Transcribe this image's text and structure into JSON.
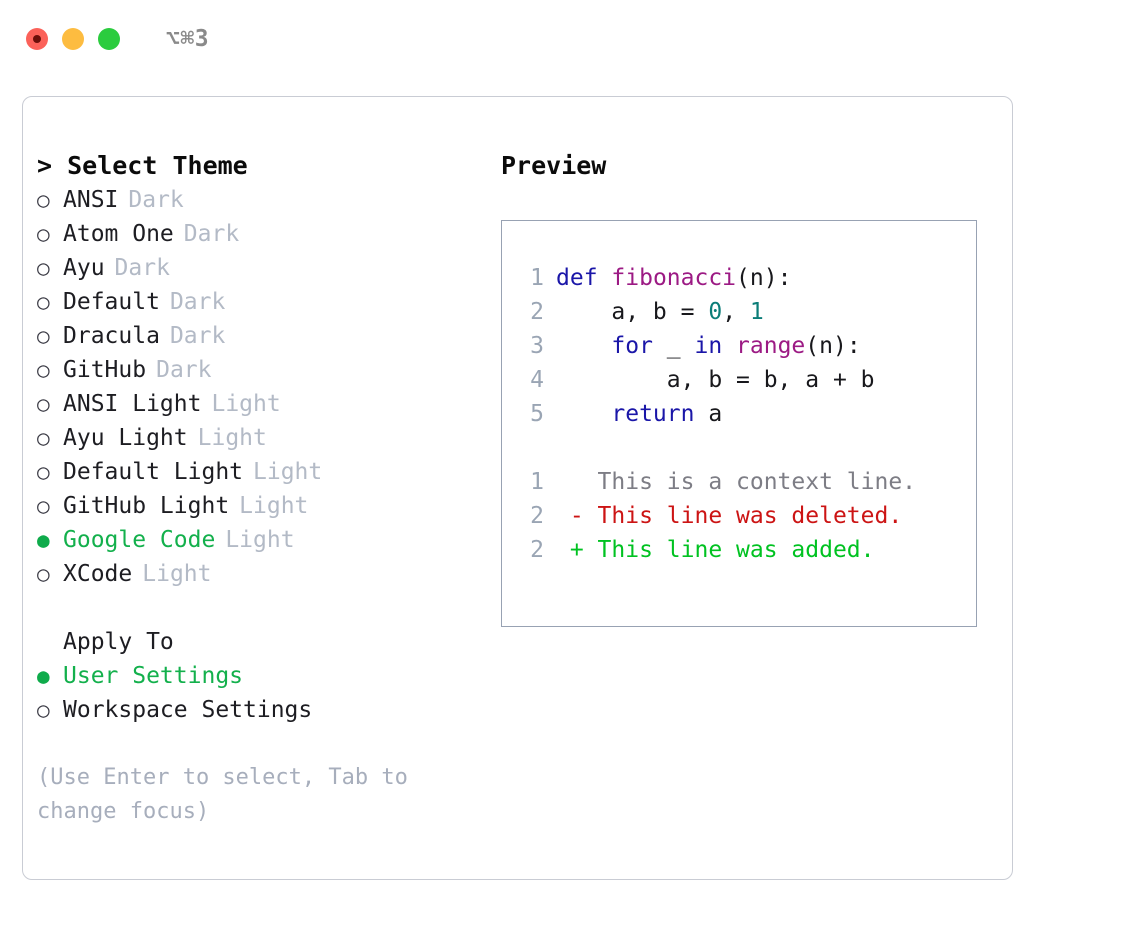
{
  "titlebar": {
    "shortcut": "⌥⌘3",
    "buttons": [
      {
        "name": "close",
        "color": "#fb6159"
      },
      {
        "name": "minimize",
        "color": "#fdbc40"
      },
      {
        "name": "zoom",
        "color": "#2bcc3e"
      }
    ]
  },
  "theme_picker": {
    "title": "> Select Theme",
    "bullet_selected": "●",
    "bullet_unselected": "○",
    "items": [
      {
        "label": "ANSI",
        "variant": "Dark",
        "selected": false
      },
      {
        "label": "Atom One",
        "variant": "Dark",
        "selected": false
      },
      {
        "label": "Ayu",
        "variant": "Dark",
        "selected": false
      },
      {
        "label": "Default",
        "variant": "Dark",
        "selected": false
      },
      {
        "label": "Dracula",
        "variant": "Dark",
        "selected": false
      },
      {
        "label": "GitHub",
        "variant": "Dark",
        "selected": false
      },
      {
        "label": "ANSI Light",
        "variant": "Light",
        "selected": false
      },
      {
        "label": "Ayu Light",
        "variant": "Light",
        "selected": false
      },
      {
        "label": "Default Light",
        "variant": "Light",
        "selected": false
      },
      {
        "label": "GitHub Light",
        "variant": "Light",
        "selected": false
      },
      {
        "label": "Google Code",
        "variant": "Light",
        "selected": true
      },
      {
        "label": "XCode",
        "variant": "Light",
        "selected": false
      }
    ]
  },
  "apply_to": {
    "title": "Apply To",
    "items": [
      {
        "label": "User Settings",
        "selected": true
      },
      {
        "label": "Workspace Settings",
        "selected": false
      }
    ]
  },
  "hint": "(Use Enter to select, Tab to change focus)",
  "preview": {
    "title": "Preview",
    "code_lines": [
      {
        "num": "1",
        "indent": "",
        "tokens": [
          {
            "t": "def",
            "c": "kw"
          },
          {
            "t": " ",
            "c": "pl"
          },
          {
            "t": "fibonacci",
            "c": "fn"
          },
          {
            "t": "(n):",
            "c": "pl"
          }
        ]
      },
      {
        "num": "2",
        "indent": "    ",
        "tokens": [
          {
            "t": "a, b = ",
            "c": "pl"
          },
          {
            "t": "0",
            "c": "num"
          },
          {
            "t": ", ",
            "c": "pl"
          },
          {
            "t": "1",
            "c": "num"
          }
        ]
      },
      {
        "num": "3",
        "indent": "    ",
        "tokens": [
          {
            "t": "for",
            "c": "kw"
          },
          {
            "t": " _ ",
            "c": "pl"
          },
          {
            "t": "in",
            "c": "kw"
          },
          {
            "t": " ",
            "c": "pl"
          },
          {
            "t": "range",
            "c": "fn"
          },
          {
            "t": "(n):",
            "c": "pl"
          }
        ]
      },
      {
        "num": "4",
        "indent": "        ",
        "tokens": [
          {
            "t": "a, b = b, a + b",
            "c": "pl"
          }
        ]
      },
      {
        "num": "5",
        "indent": "    ",
        "tokens": [
          {
            "t": "return",
            "c": "kw"
          },
          {
            "t": " a",
            "c": "pl"
          }
        ]
      }
    ],
    "diff_lines": [
      {
        "num": "1",
        "marker": " ",
        "text": "This is a context line.",
        "kind": "ctx"
      },
      {
        "num": "2",
        "marker": "-",
        "text": "This line was deleted.",
        "kind": "del"
      },
      {
        "num": "2",
        "marker": "+",
        "text": "This line was added.",
        "kind": "add"
      }
    ]
  },
  "colors": {
    "accent_green": "#13b04c",
    "diff_add": "#00c221",
    "diff_del": "#cc1414",
    "keyword": "#1a16a8",
    "function": "#9c1a84",
    "number": "#0b7d78",
    "muted": "#b3bac6",
    "border": "#c9ccd4"
  }
}
